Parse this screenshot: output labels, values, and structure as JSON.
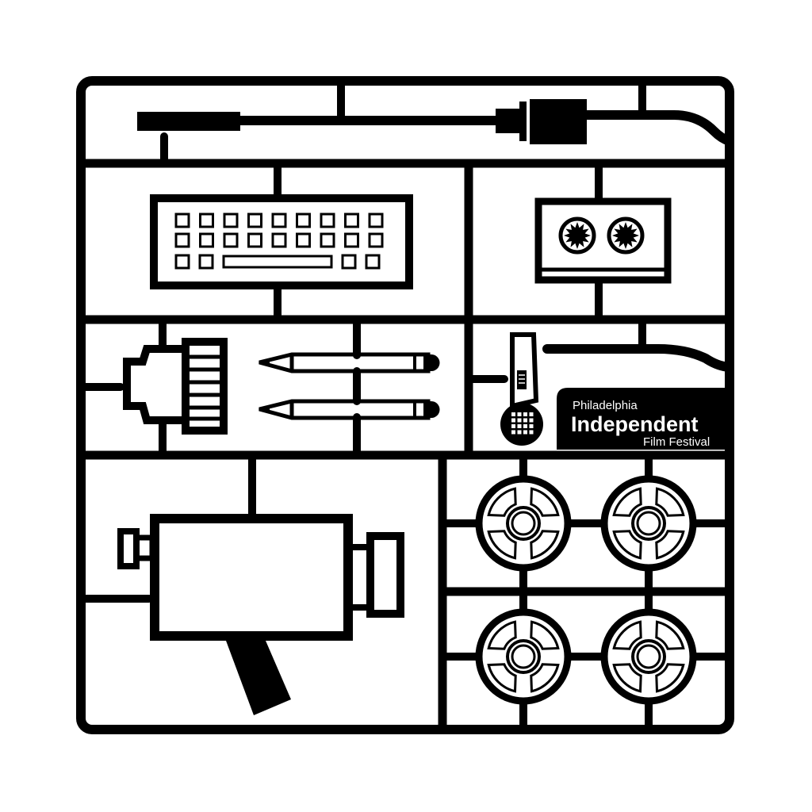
{
  "logo": {
    "line1": "Philadelphia",
    "line2": "Independent",
    "line3": "Film Festival"
  },
  "colors": {
    "ink": "#000000",
    "paper": "#ffffff"
  },
  "parts": [
    "audio-cable",
    "keyboard",
    "cassette-tape",
    "ethernet-plug",
    "pencil",
    "pencil",
    "microphone",
    "film-camera",
    "film-reel",
    "film-reel",
    "film-reel",
    "film-reel"
  ]
}
